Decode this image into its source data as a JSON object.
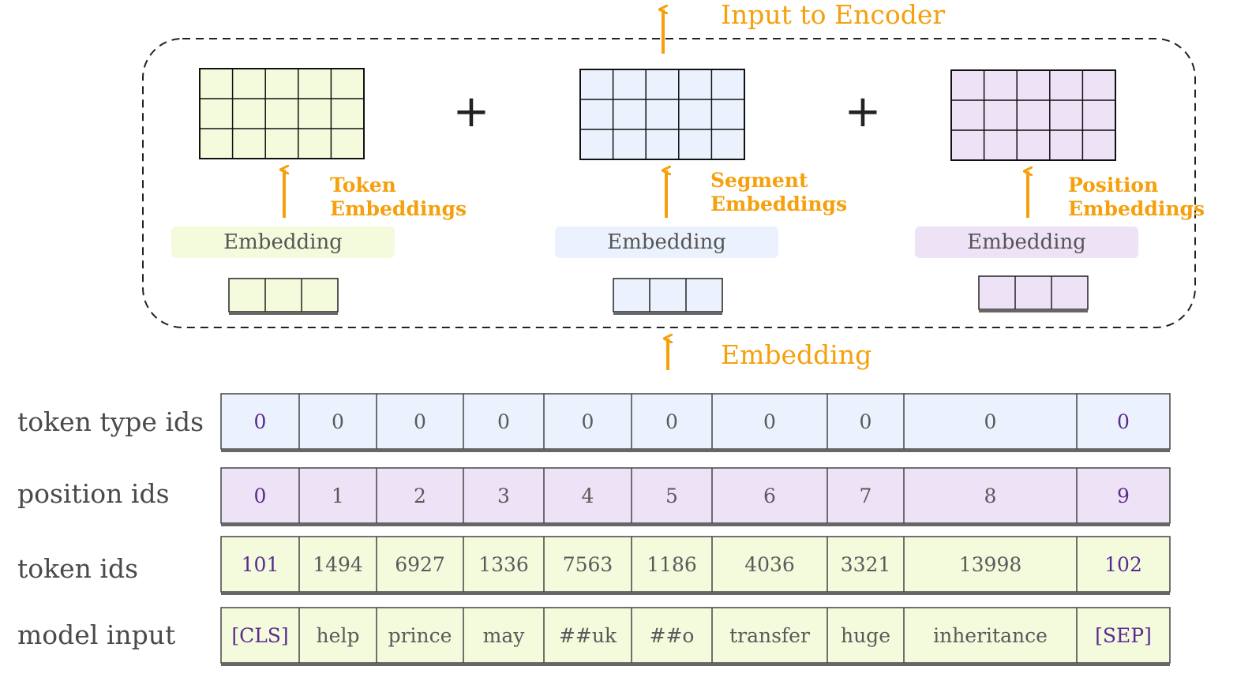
{
  "colors": {
    "orange": "#f5a00c",
    "token_green": "#f3fbdc",
    "segment_blue": "#ecf2fd",
    "position_purple": "#eee2f6",
    "special_text": "#5b2a91"
  },
  "header": {
    "title": "Input to Encoder"
  },
  "embedding_arrow_label": "Embedding",
  "plus_sign": "+",
  "panels": [
    {
      "name": "token",
      "annotation_line1": "Token",
      "annotation_line2": "Embeddings",
      "layer_label": "Embedding"
    },
    {
      "name": "segment",
      "annotation_line1": "Segment",
      "annotation_line2": "Embeddings",
      "layer_label": "Embedding"
    },
    {
      "name": "position",
      "annotation_line1": "Position",
      "annotation_line2": "Embeddings",
      "layer_label": "Embedding"
    }
  ],
  "rows": [
    {
      "label": "token type ids",
      "fill": "segment",
      "cells": [
        "0",
        "0",
        "0",
        "0",
        "0",
        "0",
        "0",
        "0",
        "0",
        "0"
      ]
    },
    {
      "label": "position ids",
      "fill": "position",
      "cells": [
        "0",
        "1",
        "2",
        "3",
        "4",
        "5",
        "6",
        "7",
        "8",
        "9"
      ]
    },
    {
      "label": "token ids",
      "fill": "token",
      "cells": [
        "101",
        "1494",
        "6927",
        "1336",
        "7563",
        "1186",
        "4036",
        "3321",
        "13998",
        "102"
      ]
    },
    {
      "label": "model input",
      "fill": "token",
      "cells": [
        "[CLS]",
        "help",
        "prince",
        "may",
        "##uk",
        "##o",
        "transfer",
        "huge",
        "inheritance",
        "[SEP]"
      ]
    }
  ],
  "special_columns": [
    0,
    9
  ]
}
